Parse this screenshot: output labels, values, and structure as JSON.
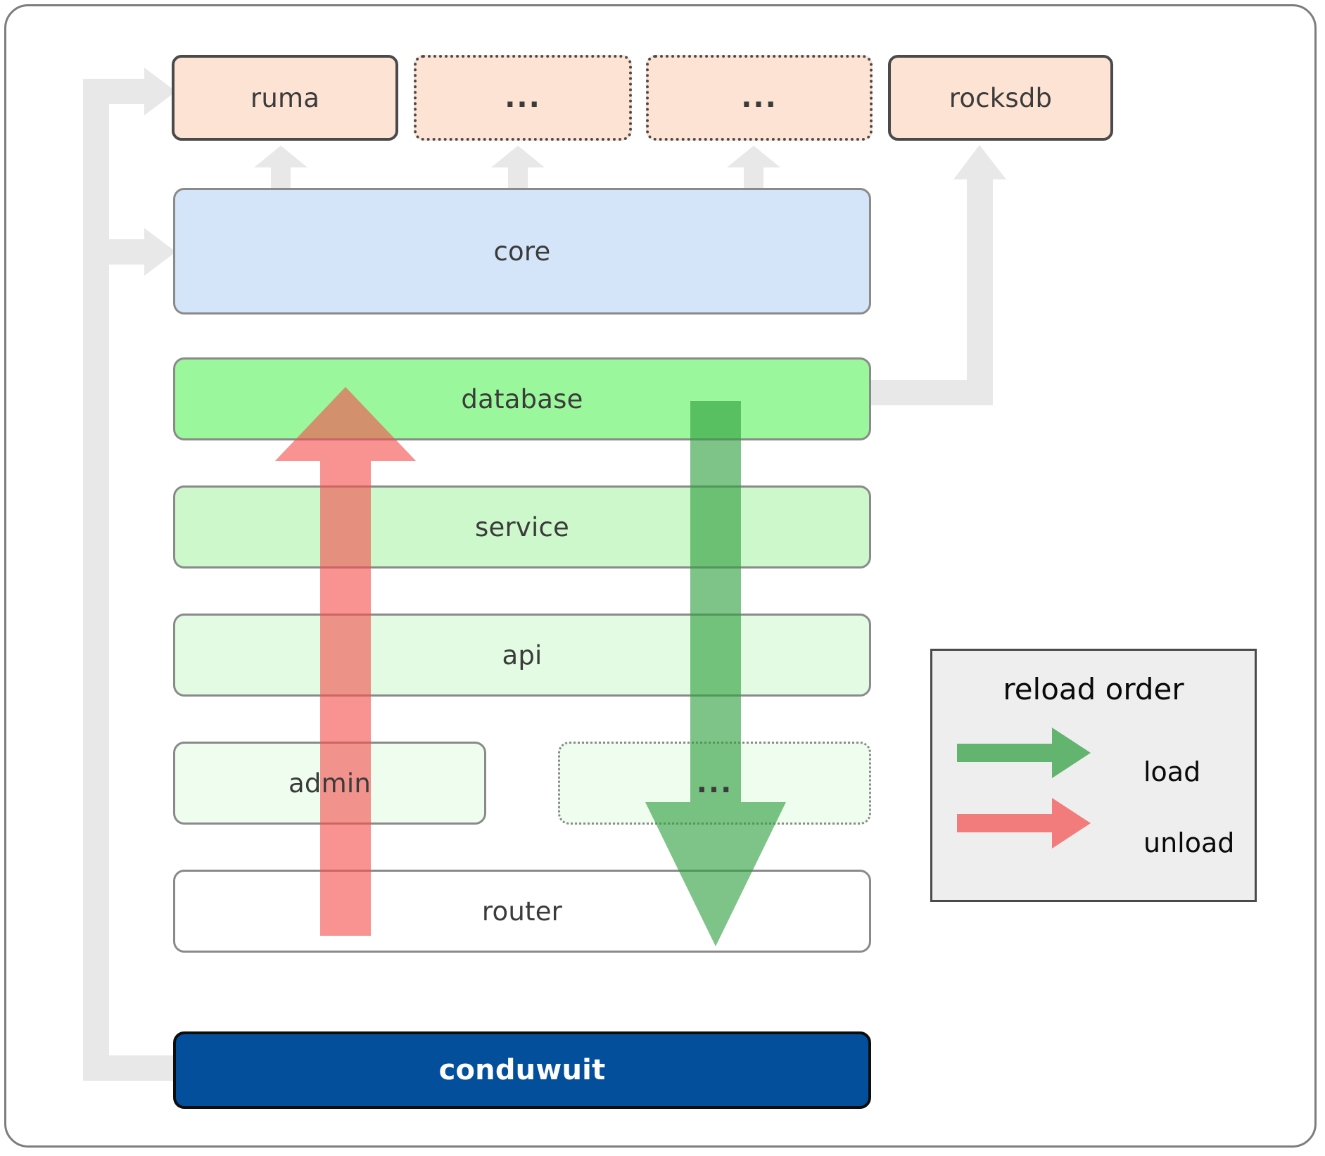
{
  "diagram": {
    "title": "conduwuit crate dependency / reload order diagram",
    "colors": {
      "crate_fill": "#fce3d3",
      "core_fill": "#d4e5f9",
      "database_fill": "#9bf79b",
      "service_fill": "#ccf8cc",
      "api_fill": "#e2fbe2",
      "admin_fill": "#effdef",
      "router_fill": "#ffffff",
      "app_fill": "#034f9c",
      "load_arrow": "#4caf50",
      "unload_arrow": "#f87171",
      "dependency_arrow": "#e8e8e8",
      "legend_bg": "#eeeeee"
    }
  },
  "crates": [
    {
      "label": "ruma",
      "style": "solid"
    },
    {
      "label": "...",
      "style": "dotted"
    },
    {
      "label": "...",
      "style": "dotted"
    },
    {
      "label": "rocksdb",
      "style": "solid"
    }
  ],
  "core": {
    "label": "core"
  },
  "layers": [
    {
      "label": "database",
      "style": "solid"
    },
    {
      "label": "service",
      "style": "solid"
    },
    {
      "label": "api",
      "style": "solid"
    },
    {
      "label": "admin",
      "style": "solid"
    },
    {
      "label": "...",
      "style": "dotted"
    },
    {
      "label": "router",
      "style": "solid"
    }
  ],
  "app": {
    "label": "conduwuit"
  },
  "legend": {
    "title": "reload order",
    "items": [
      {
        "label": "load",
        "color": "#4caf50"
      },
      {
        "label": "unload",
        "color": "#f87171"
      }
    ]
  }
}
